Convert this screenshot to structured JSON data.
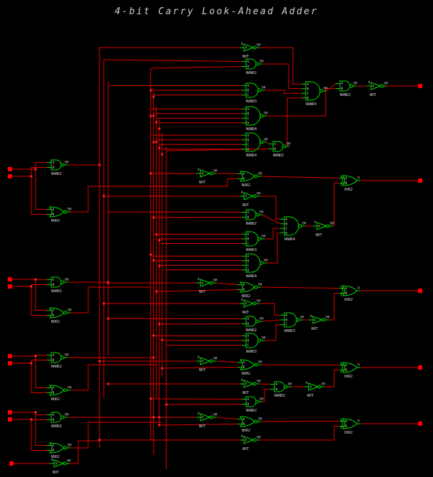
{
  "title": "4-bit Carry Look-Ahead Adder",
  "labels": {
    "nand2": "NAND2",
    "nand3": "NAND3",
    "nand4": "NAND4",
    "nor2": "NOR2",
    "not": "NOT",
    "xor2": "XOR2",
    "out_pin": "OH",
    "xor_out_pin": "O",
    "pin_a": "A",
    "pin_b": "B",
    "pin_c": "C",
    "pin_d": "D"
  }
}
